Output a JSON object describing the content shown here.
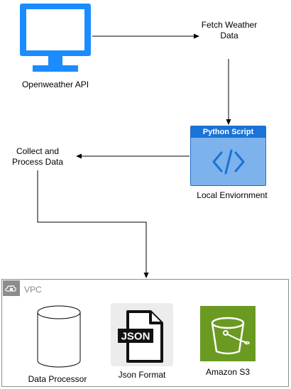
{
  "nodes": {
    "api_label": "Openweather API",
    "fetch_label_line1": "Fetch Weather",
    "fetch_label_line2": "Data",
    "python_header": "Python Script",
    "local_env_label": "Local Enviornment",
    "collect_label_line1": "Collect and",
    "collect_label_line2": "Process Data",
    "vpc_label": "VPC",
    "processor_label": "Data Processor",
    "json_label": "Json Format",
    "json_icon_text": "JSON",
    "s3_label": "Amazon S3"
  },
  "colors": {
    "monitor": "#1a8cff",
    "python_header": "#1a73d6",
    "python_body": "#7db2ec",
    "s3_background": "#6a9a22",
    "vpc_border": "#8c8c8c"
  },
  "icons": {
    "api": "monitor-icon",
    "python": "code-brackets-icon",
    "vpc": "cloud-lock-icon",
    "processor": "cylinder-icon",
    "json": "json-file-icon",
    "s3": "s3-bucket-icon"
  }
}
